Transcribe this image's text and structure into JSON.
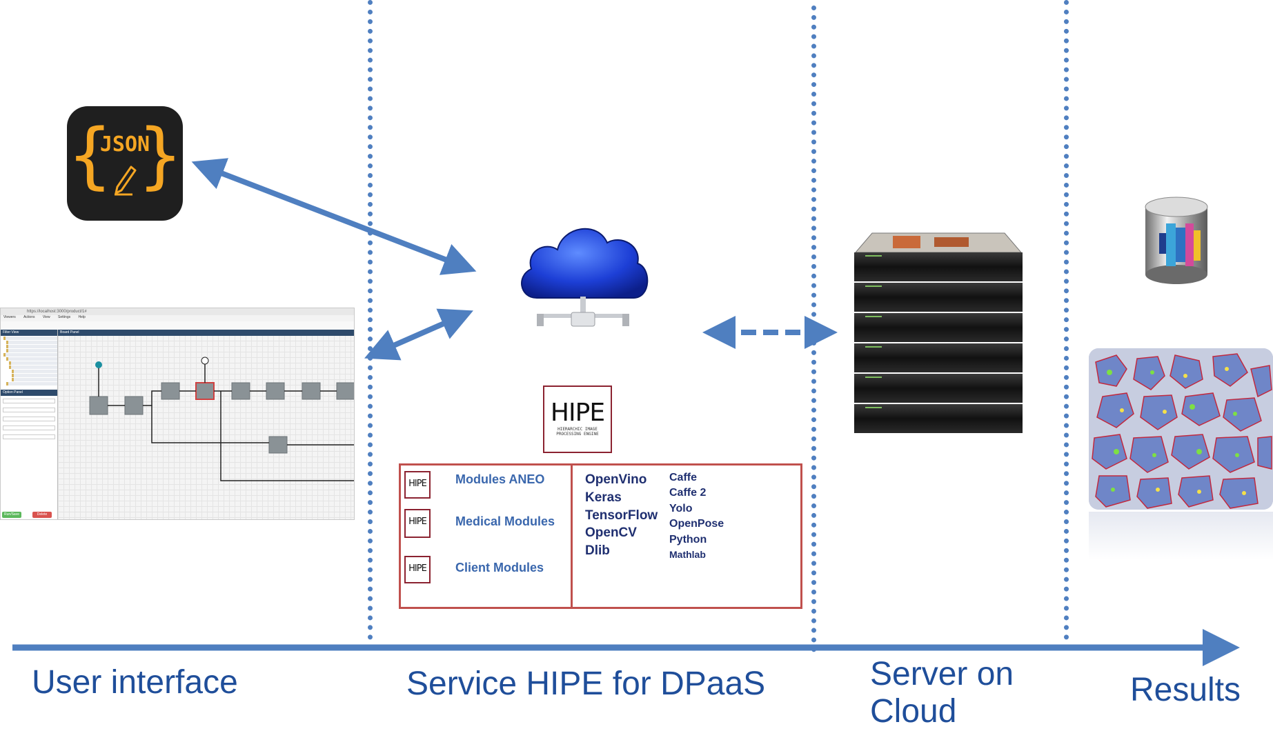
{
  "stages": {
    "user_interface": "User interface",
    "service": "Service HIPE for DPaaS",
    "server_line1": "Server on",
    "server_line2": "Cloud",
    "results": "Results"
  },
  "json_icon": {
    "text": "JSON",
    "brace_left": "{",
    "brace_right": "}"
  },
  "ui_screenshot": {
    "url": "https://localhost:3000/product/1#",
    "menu": [
      "Viewers",
      "Actions",
      "View",
      "Settings",
      "Help"
    ],
    "left_panel_title": "Filter View",
    "options_panel_title": "Option Panel",
    "canvas_title": "Board Panel",
    "button_run": "Run/Save",
    "button_delete": "Delete"
  },
  "hipe_logo": {
    "word": "HIPE",
    "subtitle_line1": "HIERARCHIC IMAGE",
    "subtitle_line2": "PROCESSING ENGINE"
  },
  "modules": [
    {
      "badge": "HIPE",
      "label": "Modules ANEO"
    },
    {
      "badge": "HIPE",
      "label": "Medical Modules"
    },
    {
      "badge": "HIPE",
      "label": "Client Modules"
    }
  ],
  "libraries_col1": [
    "OpenVino",
    "Keras",
    "TensorFlow",
    "OpenCV",
    "Dlib"
  ],
  "libraries_col2": [
    "Caffe",
    "Caffe 2",
    "Yolo",
    "OpenPose",
    "Python",
    "Mathlab"
  ],
  "colors": {
    "arrow": "#4f7fc0",
    "panel_border": "#c0504d",
    "label_text": "#1f4e9a",
    "module_text": "#3a67ad",
    "library_text": "#1f2f70",
    "json_accent": "#f5a623"
  }
}
